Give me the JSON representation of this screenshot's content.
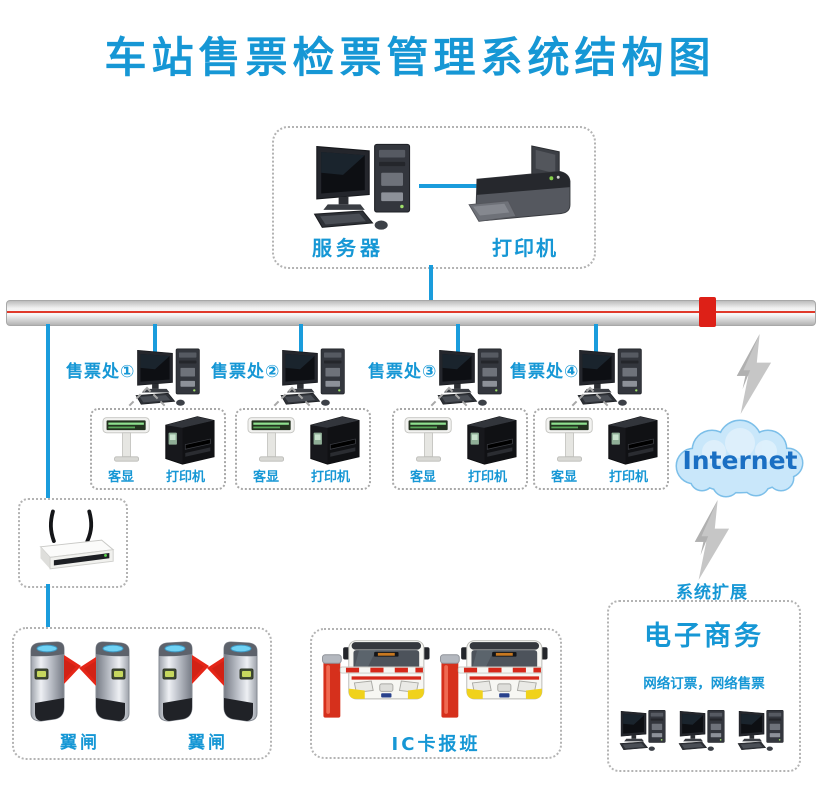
{
  "title": "车站售票检票管理系统结构图",
  "top_box": {
    "server_label": "服务器",
    "printer_label": "打印机"
  },
  "offices": [
    {
      "label": "售票处①",
      "display": "客显",
      "printer": "打印机"
    },
    {
      "label": "售票处②",
      "display": "客显",
      "printer": "打印机"
    },
    {
      "label": "售票处③",
      "display": "客显",
      "printer": "打印机"
    },
    {
      "label": "售票处④",
      "display": "客显",
      "printer": "打印机"
    }
  ],
  "internet": {
    "label": "Internet"
  },
  "expansion": {
    "caption": "系统扩展",
    "title": "电子商务",
    "subtitle": "网络订票，网络售票"
  },
  "gates": {
    "label_1": "翼闸",
    "label_2": "翼闸"
  },
  "ic": {
    "label": "IC卡报班"
  },
  "colors": {
    "accent": "#1697d5",
    "line": "#1a9cdc",
    "red": "#e02518",
    "internet_text": "#1a6fc3"
  }
}
